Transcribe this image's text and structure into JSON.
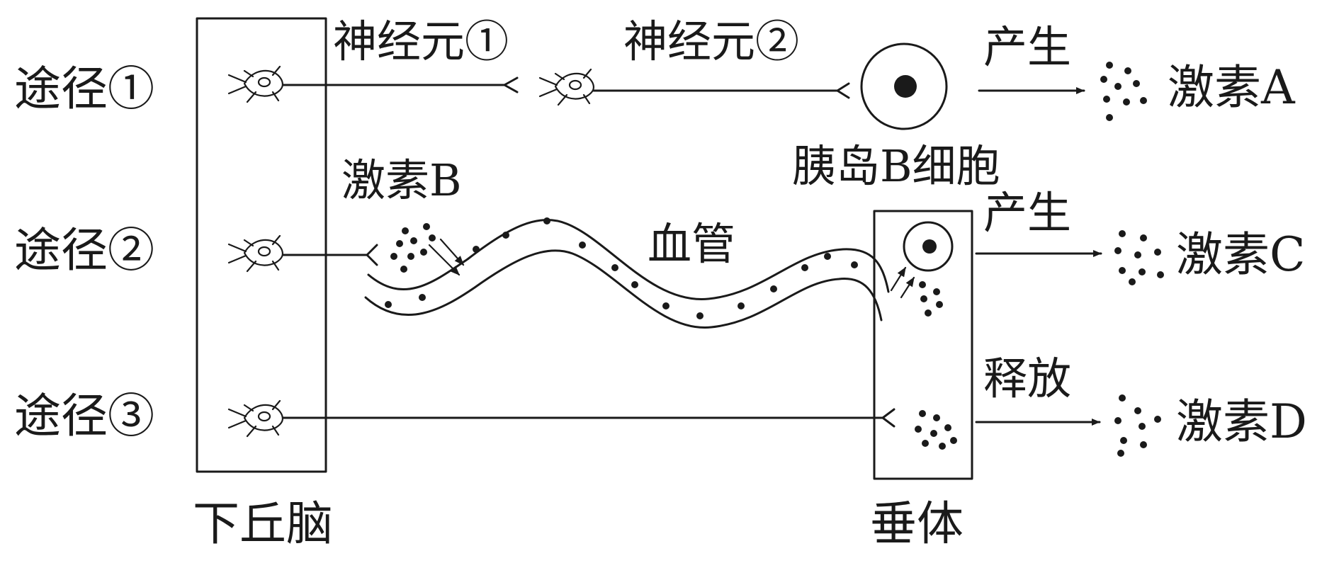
{
  "pathways": [
    "途径①",
    "途径②",
    "途径③"
  ],
  "hypothalamus_label": "下丘脑",
  "pituitary_label": "垂体",
  "neuron1_label": "神经元①",
  "neuron2_label": "神经元②",
  "islet_cell_label": "胰岛B细胞",
  "hormone_b_label": "激素B",
  "blood_vessel_label": "血管",
  "actions": {
    "produce_a": "产生",
    "produce_c": "产生",
    "release_d": "释放"
  },
  "hormones": {
    "a": "激素A",
    "c": "激素C",
    "d": "激素D"
  }
}
